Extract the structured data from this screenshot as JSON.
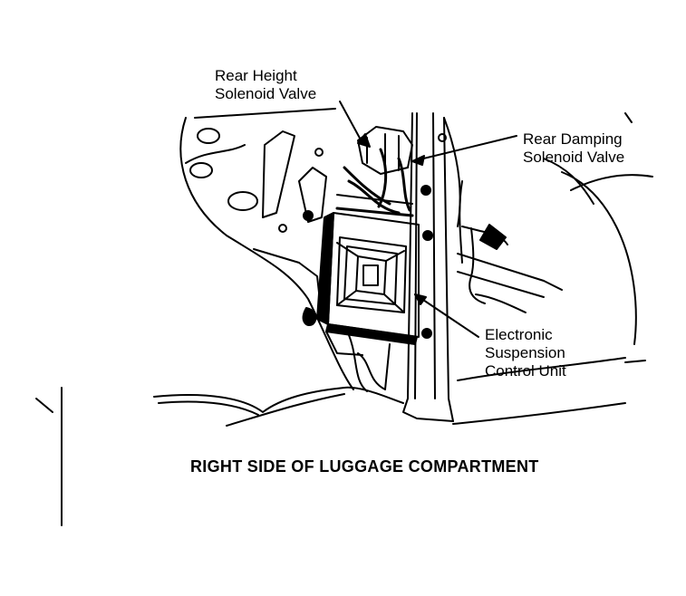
{
  "labels": {
    "rear_height_valve": [
      "Rear Height",
      "Solenoid Valve"
    ],
    "rear_damping_valve": [
      "Rear Damping",
      "Solenoid Valve"
    ],
    "control_unit": [
      "Electronic",
      "Suspension",
      "Control Unit"
    ]
  },
  "caption": "RIGHT SIDE OF LUGGAGE COMPARTMENT",
  "colors": {
    "ink": "#000000",
    "paper": "#ffffff"
  }
}
